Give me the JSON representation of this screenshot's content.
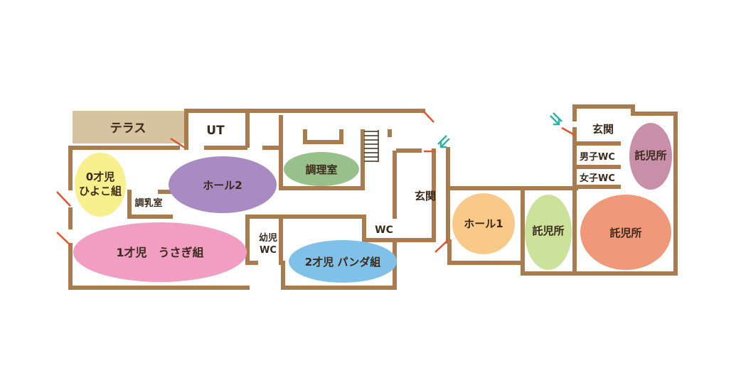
{
  "colors": {
    "wall": "#a87c4f",
    "terrace": "#d8c3a1",
    "door": "#e2552c",
    "entrance_arrow": "#2bb3a6",
    "hiyoko": "#f8f08e",
    "usagi": "#f29ec3",
    "hall2": "#a88bc2",
    "chori": "#97c08a",
    "panda": "#80c1ea",
    "hall1": "#f9c98a",
    "takuji_green": "#cce29a",
    "takuji_orange": "#f0987a",
    "takuji_mauve": "#c98fa8"
  },
  "rooms": {
    "terrace": "テラス",
    "ut": "UT",
    "hall2": "ホール2",
    "chori": "調理室",
    "hiyoko_1": "0才児",
    "hiyoko_2": "ひよこ組",
    "chonyu": "調乳室",
    "usagi": "1才児　うさぎ組",
    "youji_wc_1": "幼児",
    "youji_wc_2": "WC",
    "panda": "2才児 パンダ組",
    "wc": "WC",
    "genkan_main": "玄関",
    "hall1": "ホール1",
    "takuji_green": "託児所",
    "takuji_orange": "託児所",
    "takuji_mauve": "託児所",
    "genkan_annex": "玄関",
    "male_wc": "男子WC",
    "female_wc": "女子WC"
  }
}
